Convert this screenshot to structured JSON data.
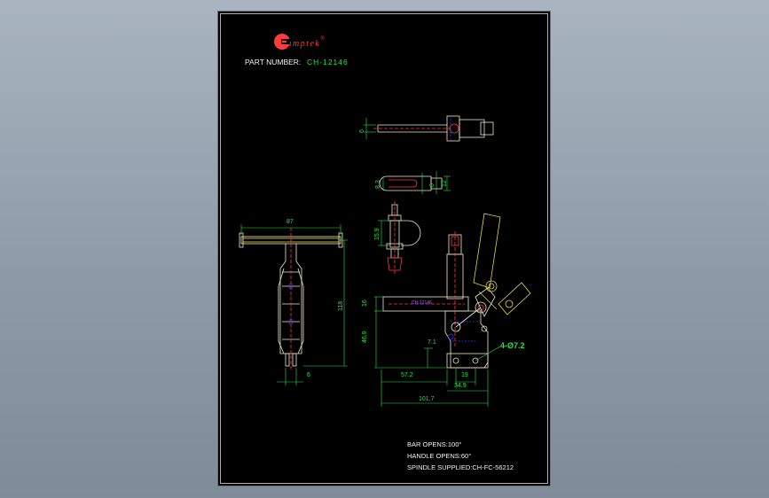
{
  "brand": {
    "name": "Clamptek",
    "mark": "®"
  },
  "part": {
    "label": "PART NUMBER:",
    "number": "CH-12146"
  },
  "callout": {
    "hole_spec": "4-Ø7.2",
    "spindle_mark": "CH-12146"
  },
  "dimensions": {
    "top_thickness": "6",
    "slot_width": "8.3",
    "slot_depth": "6",
    "slot_height": "12",
    "spindle_thread": "15.9",
    "handle_width": "87",
    "overall_height": "118",
    "base_thickness": "6",
    "bar_offset": "16",
    "base_height": "46.9",
    "flange": "7.1",
    "reach": "57.2",
    "hole_spacing_y": "19",
    "hole_spacing_x": "34.9",
    "overall_length": "101.7"
  },
  "notes": [
    "BAR OPENS:100°",
    "HANDLE OPENS:60°",
    "SPINDLE SUPPLIED:CH-FC-56212"
  ],
  "colors": {
    "sheet": "#000000",
    "outline": "#f0e8c8",
    "dimension": "#2ae24d",
    "highlight": "#ff3a3a",
    "hidden": "#3a3aff",
    "handle": "#e6d84a"
  }
}
